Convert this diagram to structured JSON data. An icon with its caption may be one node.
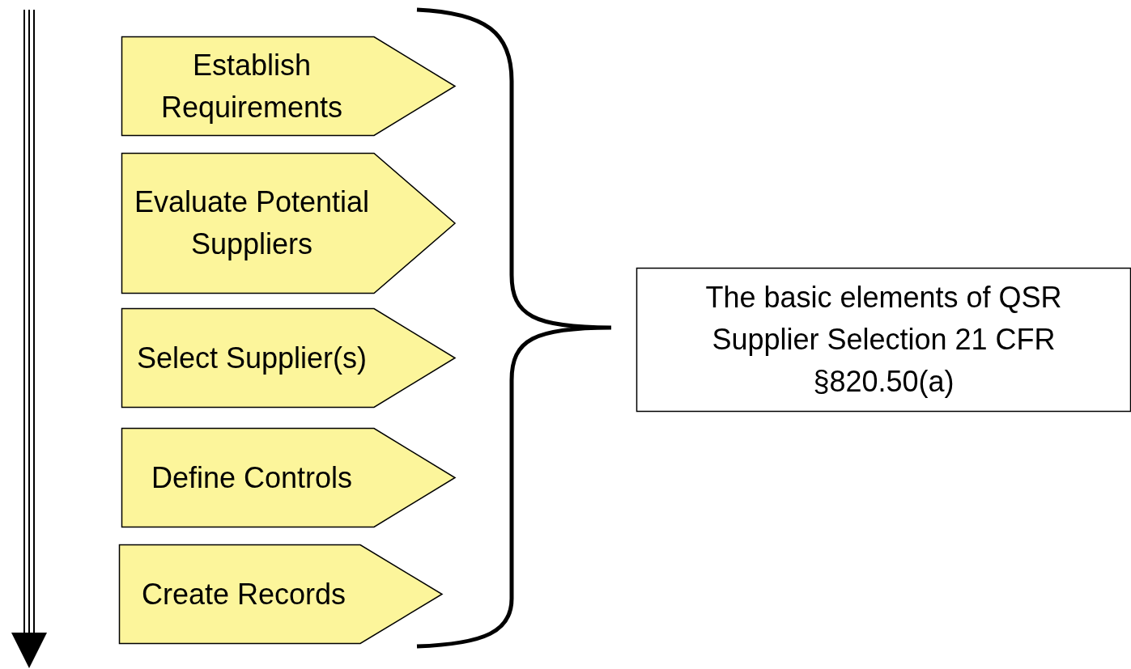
{
  "diagram": {
    "nodes": [
      {
        "text": [
          "Establish Requirements"
        ]
      },
      {
        "text": [
          "Evaluate Potential Suppliers"
        ]
      },
      {
        "text": [
          "Select Supplier(s)"
        ]
      },
      {
        "text": [
          "Define Controls"
        ]
      },
      {
        "text": [
          "Create Records"
        ]
      },
      {
        "text": [
          "The basic elements of QSR Supplier Selection 21 CFR §820.50(a)"
        ]
      }
    ]
  }
}
